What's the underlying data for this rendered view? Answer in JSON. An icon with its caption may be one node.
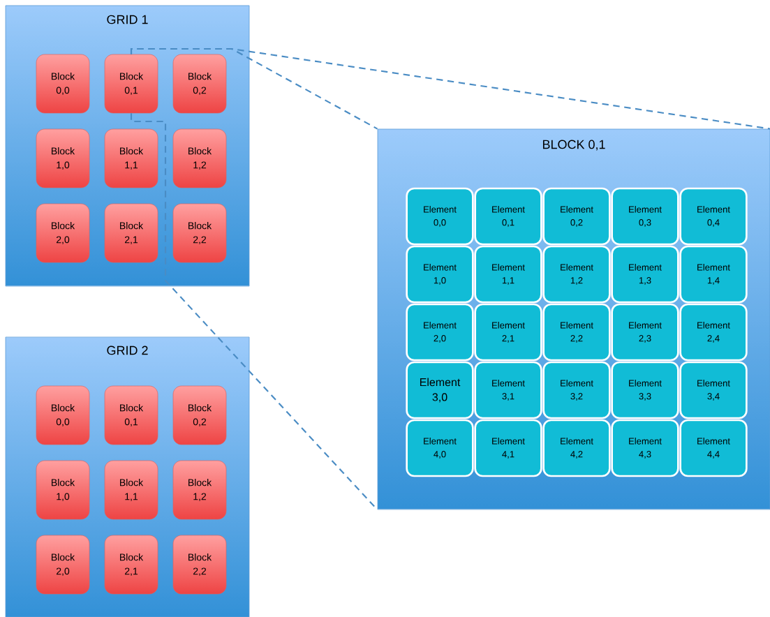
{
  "diagram": {
    "nodes": [
      {
        "text": [
          "GRID 1"
        ]
      },
      {
        "text": [
          "Block 0,0"
        ],
        "in": 0
      },
      {
        "text": [
          "Block 0,1"
        ],
        "in": 0
      },
      {
        "text": [
          "Block 0,2"
        ],
        "in": 0
      },
      {
        "text": [
          "Block 1,0"
        ],
        "in": 0
      },
      {
        "text": [
          "Block 1,1"
        ],
        "in": 0
      },
      {
        "text": [
          "Block 1,2"
        ],
        "in": 0
      },
      {
        "text": [
          "Block 2,0"
        ],
        "in": 0
      },
      {
        "text": [
          "Block 2,1"
        ],
        "in": 0
      },
      {
        "text": [
          "Block 2,2"
        ],
        "in": 0
      },
      {
        "text": [
          "BLOCK 0,1"
        ]
      },
      {
        "text": [
          "Element 0,0"
        ],
        "in": 10
      },
      {
        "text": [
          "Element 0,1"
        ],
        "in": 10
      },
      {
        "text": [
          "Element 0,2"
        ],
        "in": 10
      },
      {
        "text": [
          "Element 0,3"
        ],
        "in": 10
      },
      {
        "text": [
          "Element 0,4"
        ],
        "in": 10
      },
      {
        "text": [
          "Element 1,0"
        ],
        "in": 10
      },
      {
        "text": [
          "Element 1,1"
        ],
        "in": 10
      },
      {
        "text": [
          "Element 1,2"
        ],
        "in": 10
      },
      {
        "text": [
          "Element 1,3"
        ],
        "in": 10
      },
      {
        "text": [
          "Element 1,4"
        ],
        "in": 10
      },
      {
        "text": [
          "Element 2,0"
        ],
        "in": 10
      },
      {
        "text": [
          "Element 2,1"
        ],
        "in": 10
      },
      {
        "text": [
          "Element 2,2"
        ],
        "in": 10
      },
      {
        "text": [
          "Element 2,3"
        ],
        "in": 10
      },
      {
        "text": [
          "Element 2,4"
        ],
        "in": 10
      },
      {
        "text": [
          "Element 3,0"
        ],
        "in": 10
      },
      {
        "text": [
          "Element 3,1"
        ],
        "in": 10
      },
      {
        "text": [
          "Element 3,2"
        ],
        "in": 10
      },
      {
        "text": [
          "Element 3,3"
        ],
        "in": 10
      },
      {
        "text": [
          "Element 3,4"
        ],
        "in": 10
      },
      {
        "text": [
          "Element 4,0"
        ],
        "in": 10
      },
      {
        "text": [
          "Element 4,1"
        ],
        "in": 10
      },
      {
        "text": [
          "Element 4,2"
        ],
        "in": 10
      },
      {
        "text": [
          "Element 4,3"
        ],
        "in": 10
      },
      {
        "text": [
          "Element 4,4"
        ],
        "in": 10
      },
      {
        "text": [
          "GRID 2"
        ]
      },
      {
        "text": [
          "Block 0,0"
        ],
        "in": 36
      },
      {
        "text": [
          "Block 0,1"
        ],
        "in": 36
      },
      {
        "text": [
          "Block 0,2"
        ],
        "in": 36
      },
      {
        "text": [
          "Block 1,0"
        ],
        "in": 36
      },
      {
        "text": [
          "Block 1,1"
        ],
        "in": 36
      },
      {
        "text": [
          "Block 1,2"
        ],
        "in": 36
      },
      {
        "text": [
          "Block 2,0"
        ],
        "in": 36
      },
      {
        "text": [
          "Block 2,1"
        ],
        "in": 36
      },
      {
        "text": [
          "Block 2,2"
        ],
        "in": 36
      }
    ],
    "edges": [
      {
        "from": 2,
        "to": 10,
        "arrow": "none",
        "style": "dashed"
      },
      {
        "from": 2,
        "to": 10,
        "arrow": "none",
        "style": "dashed"
      },
      {
        "from": 2,
        "to": 10,
        "arrow": "none",
        "style": "dashed"
      }
    ]
  }
}
